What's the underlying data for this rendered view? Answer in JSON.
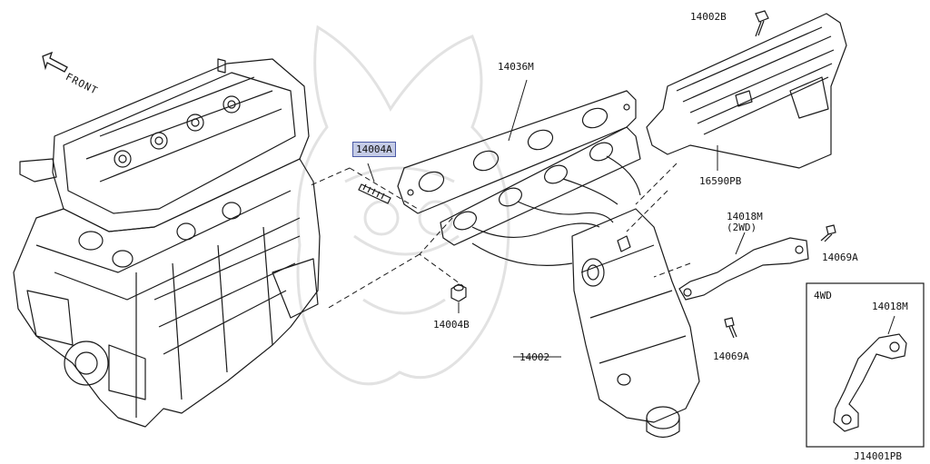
{
  "direction": {
    "label": "FRONT",
    "icon": "arrow-up-left-icon"
  },
  "callouts": {
    "p14002b": "14002B",
    "p14036m": "14036M",
    "p14004a": "14004A",
    "p16590pb": "16590PB",
    "p14018m_2wd": "14018M",
    "p2wd_note": "(2WD)",
    "p14069a_upper": "14069A",
    "p14004b": "14004B",
    "p14002": "14002",
    "p14069a_lower": "14069A"
  },
  "inset": {
    "title": "4WD",
    "part": "14018M"
  },
  "diagram_code": "J14001PB",
  "highlight": {
    "part": "14004A",
    "fill": "#c4cbe6",
    "border": "#4b5aa6"
  },
  "colors": {
    "line": "#1a1a1a",
    "watermark": "#e2e2e2"
  }
}
